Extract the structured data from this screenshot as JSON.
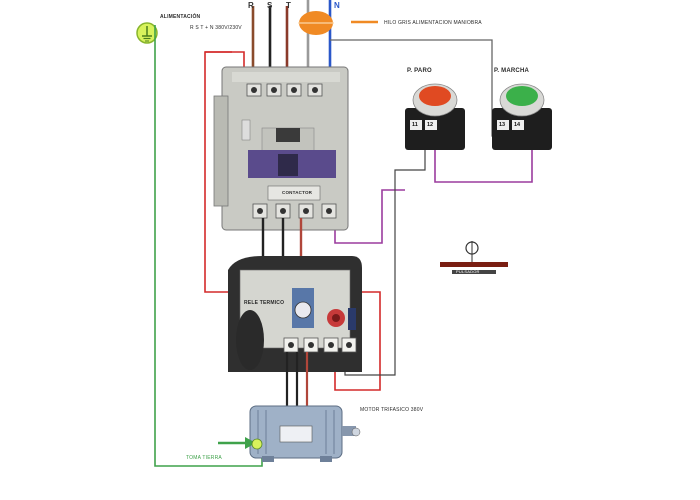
{
  "supply": {
    "title": "ALIMENTACIÓN",
    "subtitle": "R S T + N 380V/230V",
    "phases": [
      "R",
      "S",
      "T",
      "N"
    ]
  },
  "control_fuse_label": "HILO GRIS ALIMENTACION MANIOBRA",
  "buttons": {
    "stop_label": "P. PARO",
    "stop_terminals": [
      "11",
      "12"
    ],
    "start_label": "P. MARCHA",
    "start_terminals": [
      "13",
      "14"
    ]
  },
  "contactor": {
    "plate_text": "CONTACTOR"
  },
  "thermal_relay_label": "RELE TERMICO",
  "motor_label": "MOTOR TRIFASICO 380V",
  "ground_label": "TOMA TIERRA",
  "legend_title": "PULSADOR",
  "colors": {
    "phase_r": "#8a4b2c",
    "phase_s": "#222222",
    "phase_t": "#9a9a9a",
    "neutral": "#2a57c9",
    "control_red": "#d42a2a",
    "control_purple": "#9b3c9e",
    "ground": "#3fa24a",
    "device_gray": "#c9cac4"
  }
}
